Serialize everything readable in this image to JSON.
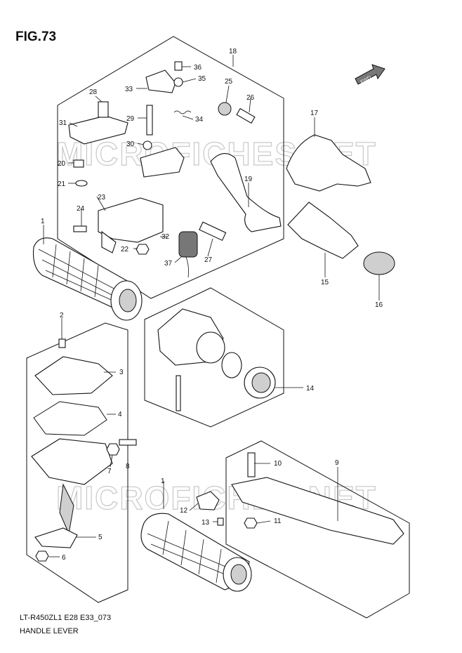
{
  "figure_label": "FIG.73",
  "model_code": "LT-R450ZL1 E28 E33_073",
  "section_name": "HANDLE LEVER",
  "watermark": "MICROFICHES.NET",
  "fwd_label": "FWD",
  "callouts": [
    "1",
    "2",
    "3",
    "4",
    "5",
    "6",
    "7",
    "8",
    "9",
    "10",
    "11",
    "12",
    "13",
    "14",
    "15",
    "16",
    "17",
    "18",
    "19",
    "20",
    "21",
    "22",
    "23",
    "24",
    "25",
    "26",
    "27",
    "28",
    "29",
    "30",
    "31",
    "32",
    "33",
    "34",
    "35",
    "36",
    "37"
  ]
}
